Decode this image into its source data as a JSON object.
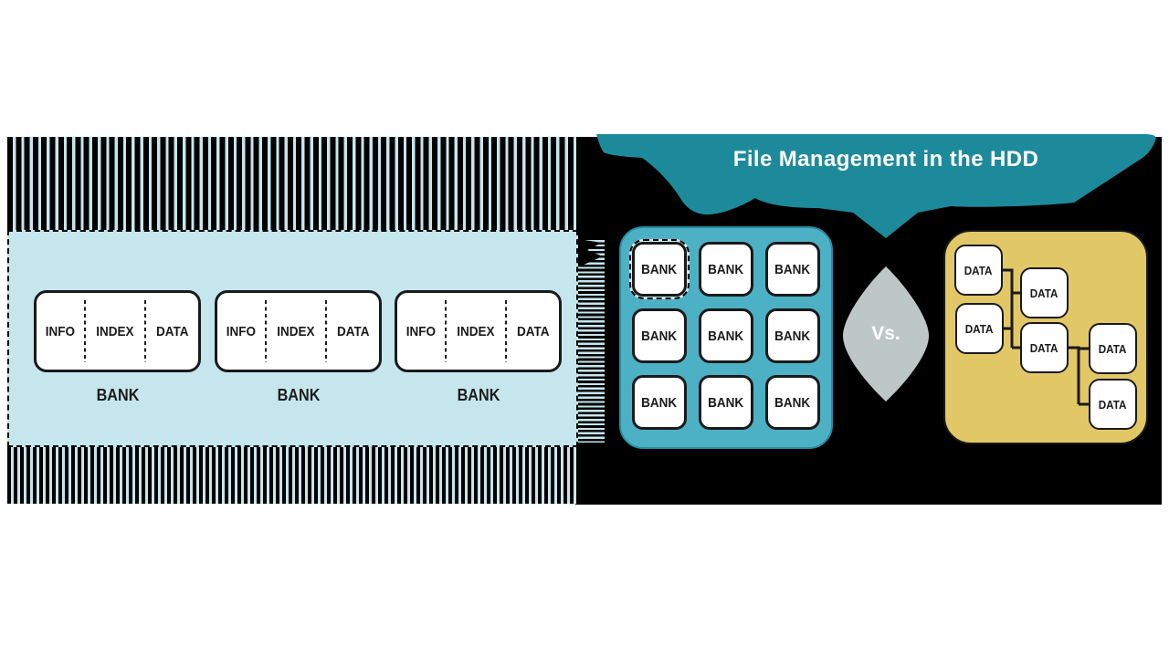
{
  "title": "File Management in the HDD",
  "colors": {
    "banner_teal": "#1d8a9b",
    "chip_blue": "#c6e6ed",
    "grid_teal": "#4db1c5",
    "hdd_yellow": "#e2c766",
    "lens_gray": "#bdc7c5",
    "ink": "#1a1a1a"
  },
  "flash_chip": {
    "banks": [
      {
        "cells": [
          "INFO",
          "INDEX",
          "DATA"
        ],
        "label": "BANK"
      },
      {
        "cells": [
          "INFO",
          "INDEX",
          "DATA"
        ],
        "label": "BANK"
      },
      {
        "cells": [
          "INFO",
          "INDEX",
          "DATA"
        ],
        "label": "BANK"
      }
    ]
  },
  "bank_grid": {
    "highlighted_index": 0,
    "cells": [
      "BANK",
      "BANK",
      "BANK",
      "BANK",
      "BANK",
      "BANK",
      "BANK",
      "BANK",
      "BANK"
    ]
  },
  "comparison": {
    "vs_label": "Vs."
  },
  "hdd_tree": {
    "nodes": [
      "DATA",
      "DATA",
      "DATA",
      "DATA",
      "DATA",
      "DATA"
    ]
  }
}
